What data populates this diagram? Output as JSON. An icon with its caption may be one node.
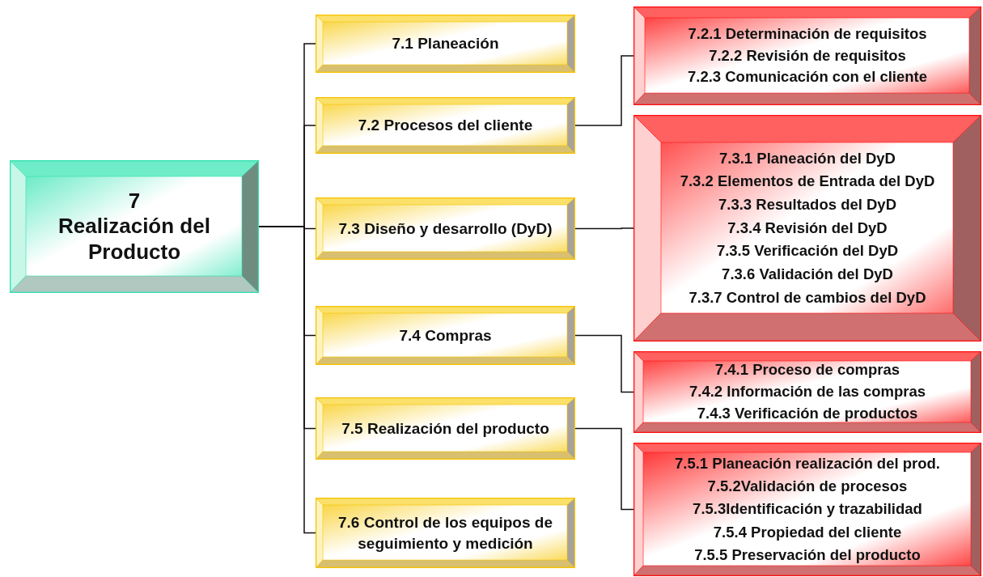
{
  "diagram": {
    "nodes": [
      {
        "text": [
          "7",
          "Realización del Producto"
        ]
      },
      {
        "text": [
          "7.1 Planeación"
        ]
      },
      {
        "text": [
          "7.2 Procesos del cliente"
        ]
      },
      {
        "text": [
          "7.3 Diseño y desarrollo (DyD)"
        ]
      },
      {
        "text": [
          "7.4 Compras"
        ]
      },
      {
        "text": [
          "7.5 Realización del producto"
        ]
      },
      {
        "text": [
          "7.6 Control de los equipos de seguimiento y medición"
        ]
      },
      {
        "text": [
          "7.2.1 Determinación de requisitos",
          "7.2.2 Revisión de requisitos",
          "7.2.3 Comunicación con el cliente"
        ]
      },
      {
        "text": [
          "7.3.1 Planeación del DyD",
          "7.3.2 Elementos de Entrada del DyD",
          "7.3.3 Resultados del DyD",
          "7.3.4 Revisión del DyD",
          "7.3.5 Verificación del DyD",
          "7.3.6 Validación del DyD",
          "7.3.7 Control de cambios del DyD"
        ]
      },
      {
        "text": [
          "7.4.1 Proceso de compras",
          "7.4.2 Información de las compras",
          "7.4.3 Verificación de productos"
        ]
      },
      {
        "text": [
          "7.5.1 Planeación realización del prod.",
          "7.5.2Validación de procesos",
          "7.5.3Identificación y trazabilidad",
          "7.5.4 Propiedad del cliente",
          "7.5.5 Preservación del producto"
        ]
      }
    ],
    "edges": [
      {
        "from": 0,
        "to": 1,
        "arrow": "none"
      },
      {
        "from": 0,
        "to": 2,
        "arrow": "none"
      },
      {
        "from": 0,
        "to": 3,
        "arrow": "none"
      },
      {
        "from": 0,
        "to": 4,
        "arrow": "none"
      },
      {
        "from": 0,
        "to": 5,
        "arrow": "none"
      },
      {
        "from": 0,
        "to": 6,
        "arrow": "none"
      },
      {
        "from": 2,
        "to": 7,
        "arrow": "none"
      },
      {
        "from": 3,
        "to": 8,
        "arrow": "none"
      },
      {
        "from": 4,
        "to": 9,
        "arrow": "none"
      },
      {
        "from": 5,
        "to": 10,
        "arrow": "none"
      }
    ]
  }
}
